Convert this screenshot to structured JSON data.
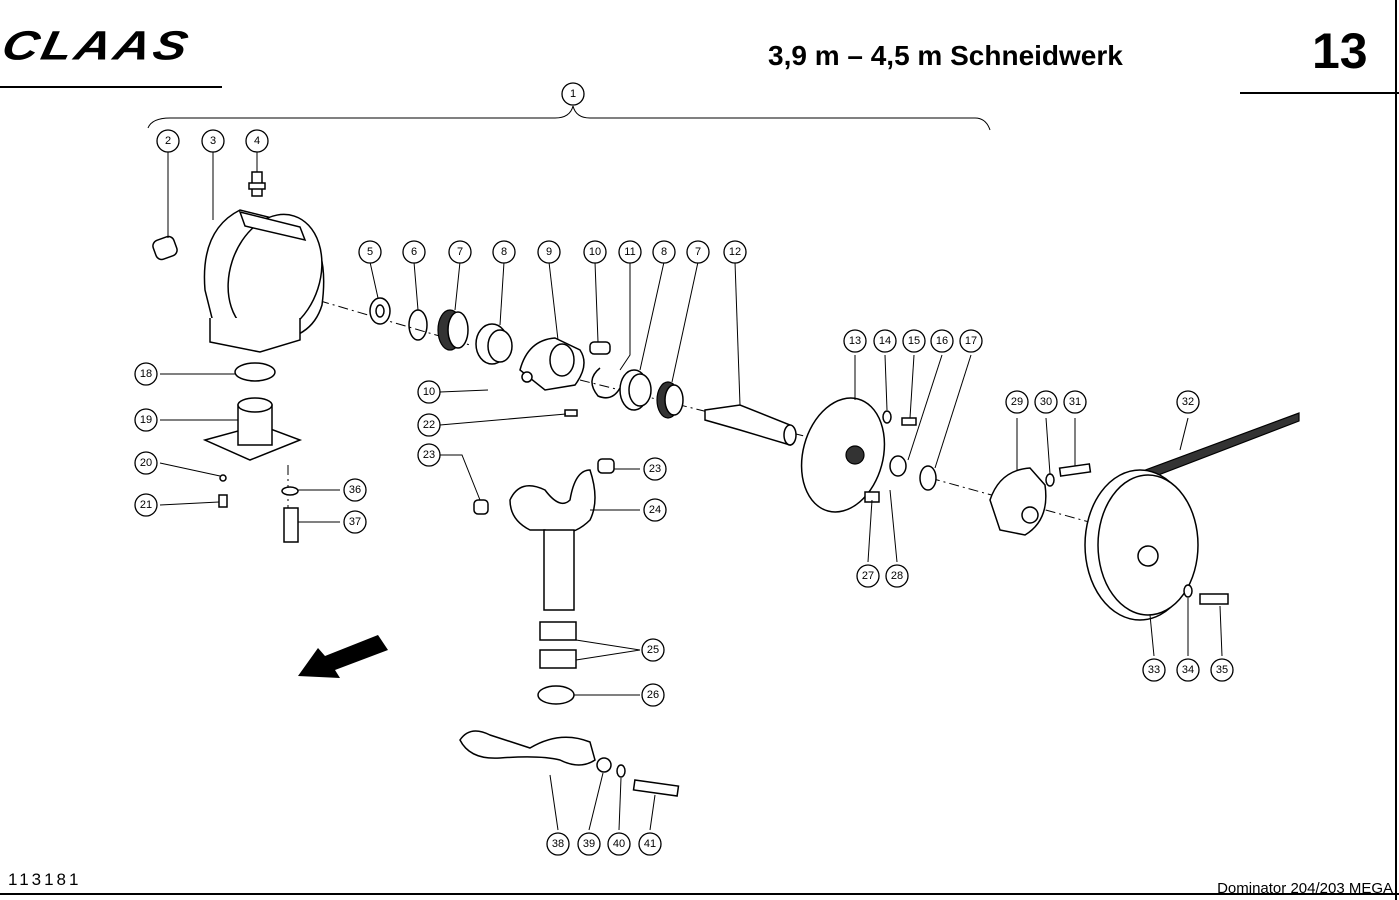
{
  "header": {
    "logo": "CLAAS",
    "title": "3,9 m – 4,5 m Schneidwerk",
    "page_number": "13"
  },
  "footer": {
    "drawing_number": "113181",
    "model": "Dominator 204/203 MEGA"
  },
  "callouts": [
    "1",
    "2",
    "3",
    "4",
    "5",
    "6",
    "7",
    "8",
    "9",
    "10",
    "11",
    "8",
    "7",
    "12",
    "10",
    "18",
    "19",
    "20",
    "21",
    "22",
    "23",
    "23",
    "24",
    "13",
    "14",
    "15",
    "16",
    "17",
    "27",
    "28",
    "29",
    "30",
    "31",
    "32",
    "33",
    "34",
    "35",
    "36",
    "37",
    "25",
    "26",
    "38",
    "39",
    "40",
    "41"
  ]
}
